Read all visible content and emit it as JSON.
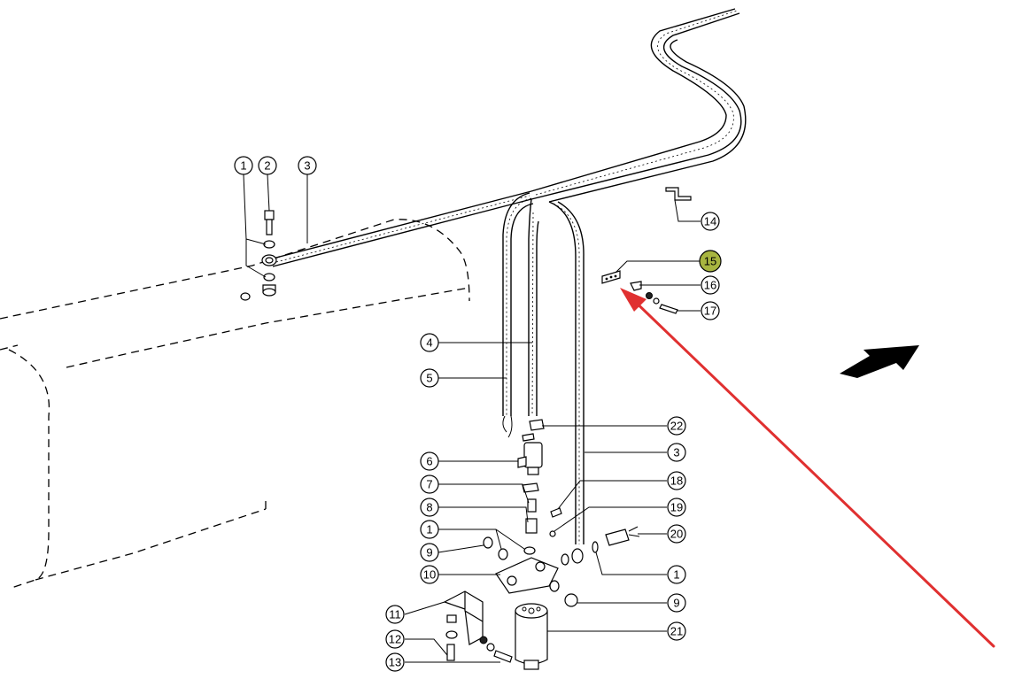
{
  "diagram": {
    "callouts": {
      "c1_top": "1",
      "c2": "2",
      "c3_top": "3",
      "c4": "4",
      "c5": "5",
      "c6": "6",
      "c7": "7",
      "c8": "8",
      "c1_left": "1",
      "c9_left": "9",
      "c10": "10",
      "c11": "11",
      "c12": "12",
      "c13": "13",
      "c14": "14",
      "c15": "15",
      "c16": "16",
      "c17": "17",
      "c22": "22",
      "c3_right": "3",
      "c18": "18",
      "c19": "19",
      "c20": "20",
      "c1_right": "1",
      "c9_right": "9",
      "c21": "21"
    },
    "highlighted_callout": "15",
    "highlight_color": "#a8b540",
    "pointer_arrow_color": "#e03030",
    "direction_arrow": "travel-direction-arrow"
  }
}
